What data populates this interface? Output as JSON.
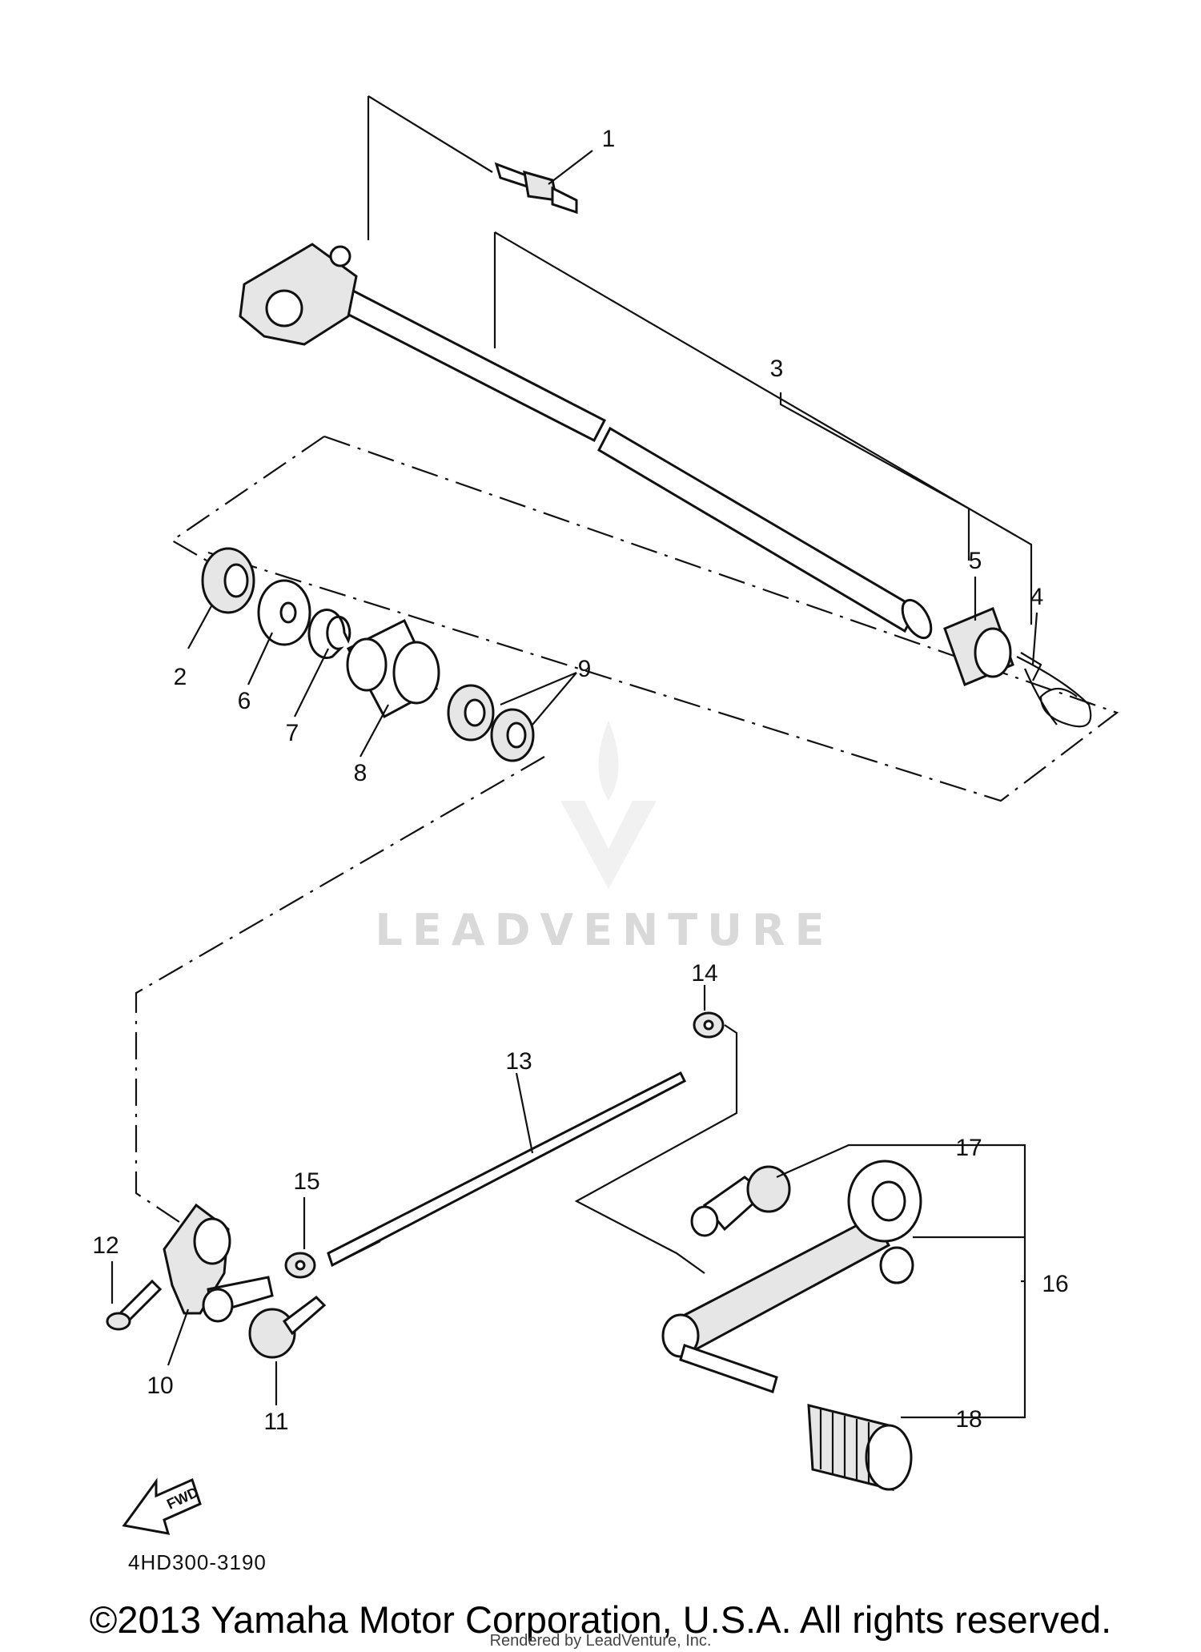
{
  "diagram": {
    "callouts": [
      "1",
      "2",
      "3",
      "4",
      "5",
      "6",
      "7",
      "8",
      "9",
      "10",
      "11",
      "12",
      "13",
      "14",
      "15",
      "16",
      "17",
      "18"
    ],
    "diagram_code": "4HD300-3190",
    "direction_arrow_text": "FWD",
    "watermark_text": "LEADVENTURE"
  },
  "footer": {
    "copyright": "©2013 Yamaha Motor Corporation, U.S.A. All rights reserved.",
    "rendered_by": "Rendered by LeadVenture, Inc."
  }
}
